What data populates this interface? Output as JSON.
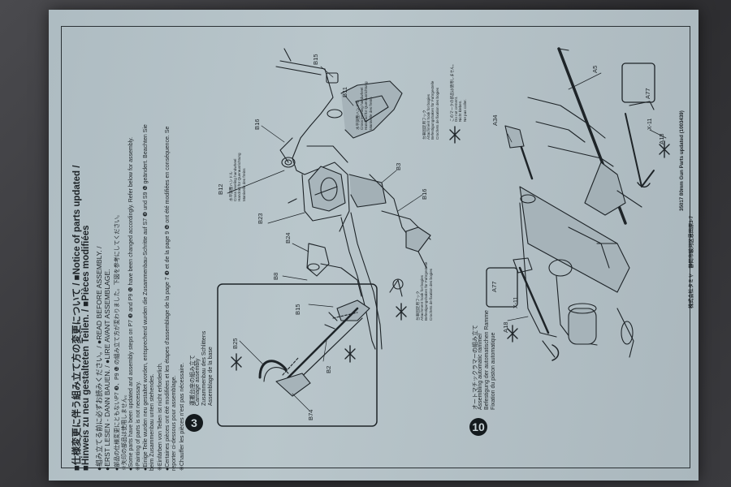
{
  "notice": {
    "title_jp": "■仕様変更に伴う組み立て方の変更について / ■Notice of parts updated /",
    "title_de": "■Hinweis zu neu gestalteten Teilen. / ■Pièces modifiées",
    "read_line": "●組み立てる前に必ずお読みください。/ ●READ BEFORE ASSEMBLY. /",
    "read_line2": "●ERST LESEN - DANN BAUEN. / ●LIRE AVANT ASSEMBLAGE.",
    "line3_jp": "●部品の仕様変更にともないP7 ❸、P9 ❿ の組み立て方が変わりました。下図を参考にしてください。",
    "line4_jp": "※矢印の部品は使用しません。",
    "line5_en": "●Some parts have been updated and assembly steps on P7 ❸ and P9 ❿ have been changed accordingly. Refer below for assembly.",
    "line6_en": "※Painting of parts is not necessary.",
    "line7_de": "●Einige Teile wurden neu gestaltet worden, entsprechend wurden die Zusammenbau-Schritte auf S7 ❸ und S9 ❿ geändert. Beachten Sie",
    "line8_de": "beim Zusammenbau unten stehendes.",
    "line9_de": "※Einfärben von Teilen ist nicht erforderlich.",
    "line10_fr": "●Certaines pièces ont été modifiées et les étapes d'assemblage de la page 7 ❸ et de la page 9 ❿ ont été modifiées en conséquence. Se",
    "line11_fr": "reporter ci-dessous pour assemblage.",
    "line12_fr": "※Chauffer les pièces n'est pas nécessaire."
  },
  "step3": {
    "number": "3",
    "title_jp": "運搬台座の組み立て",
    "title_en": "Carriage assembly",
    "title_de": "Zusammenbau des Schlittens",
    "title_fr": "Assemblage de la base"
  },
  "step10": {
    "number": "10",
    "title_jp": "オートマチックラマーの組み立て",
    "title_en": "Assembling automatic rammer",
    "title_de": "Befestigung der automatischen Ramme",
    "title_fr": "Fixation du piston automatique"
  },
  "labels": {
    "b15_top": "B15",
    "b11": "B11",
    "b16_a": "B16",
    "b12": "B12",
    "b3": "B3",
    "b16_b": "B16",
    "b23": "B23",
    "b24": "B24",
    "b8": "B8",
    "b15_box": "B15",
    "b25": "B25",
    "b2": "B2",
    "b74": "B74",
    "a5": "A5",
    "a34": "A34",
    "a77_top": "A77",
    "a18_top": "A18",
    "a77_bottom": "A77",
    "a18_bottom": "A18",
    "x11_top": "X-11",
    "x11_bottom": "X-11"
  },
  "notes": {
    "b11_jp": "水平調整ハンドル",
    "b11_en": "Cross leveling handwheel",
    "b11_de": "Handrad für Querausrichtung",
    "b11_fr": "Manivelle des freins",
    "bogie_top_jp": "台車固定用フック",
    "bogie_top_en": "Attachment hook for bogies",
    "bogie_top_de": "Befestigungshaken für Fahrgestelle",
    "bogie_top_fr": "Crochets de fixation des bogies",
    "b12_jp": "水平調整ハンドル",
    "b12_en": "Cross leveling handwheel",
    "b12_de": "Handrad für Querausrichtung",
    "b12_fr": "Manivelle des freins",
    "bogie_mid_jp": "台車固定用フック",
    "bogie_mid_en": "Attachment hook for bogies",
    "bogie_mid_de": "Befestigungshaken für Fahrgestelle",
    "bogie_mid_fr": "Crochets de fixation des bogies",
    "unused_jp": "このマークの部品は使用しません。",
    "unused_en": "Do not cement.",
    "unused_de": "Nicht kleben.",
    "unused_fr": "Ne pas coller."
  },
  "footer": {
    "code": "35017 80mm Gun Parts updated (1003439)",
    "company_jp": "株式会社タミヤ　静岡市駿河区恩田原3-7"
  },
  "colors": {
    "paper": "#b3c0c6",
    "ink": "#1e2428",
    "desk": "#3a3a3c"
  }
}
